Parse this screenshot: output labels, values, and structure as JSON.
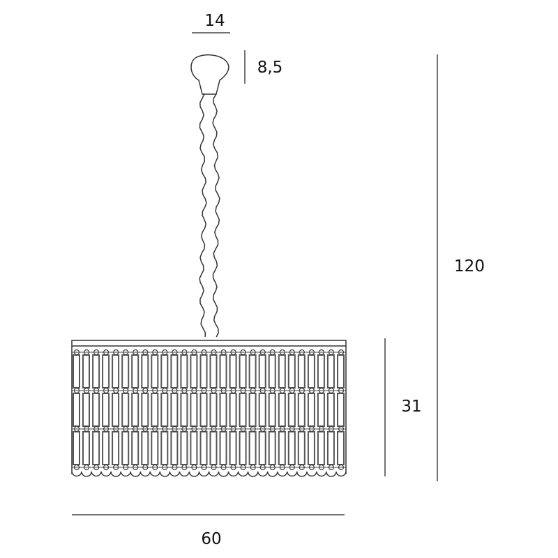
{
  "dimensions": {
    "canopy_width": "14",
    "canopy_height": "8,5",
    "total_height": "120",
    "shade_height": "31",
    "shade_width": "60"
  },
  "colors": {
    "line": "#333333",
    "dim_line": "#444444"
  }
}
